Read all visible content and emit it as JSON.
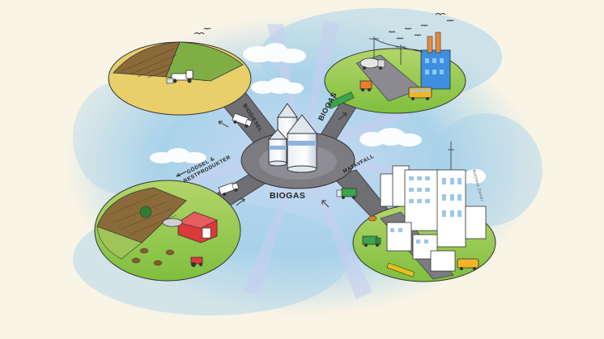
{
  "labels": {
    "biodiesel": "BIODIESEL",
    "biogas_top": "BIOGAS",
    "biogas_center": "BIOGAS",
    "godsel_line1": "GÖDSEL &",
    "godsel_line2": "RESTPRODUKTER",
    "matavfall": "MATAVFALL",
    "building_sign": "Business Center"
  }
}
